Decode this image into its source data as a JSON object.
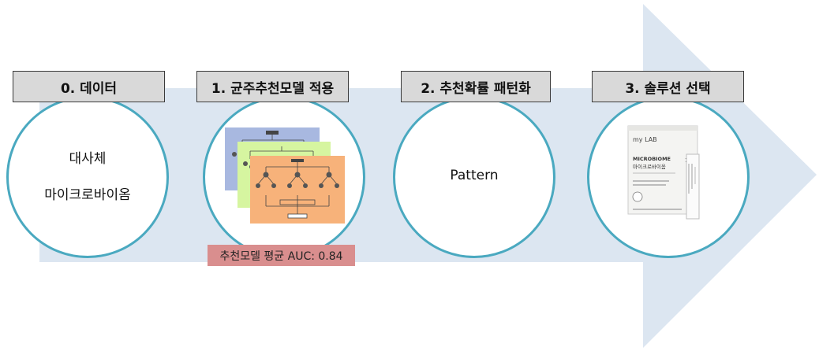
{
  "steps": [
    {
      "label": "0. 데이터"
    },
    {
      "label": "1. 균주추천모델 적용"
    },
    {
      "label": "2. 추천확률 패턴화"
    },
    {
      "label": "3. 솔루션 선택"
    }
  ],
  "step0": {
    "line1": "대사체",
    "line2": "마이크로바이옴"
  },
  "step2": {
    "text": "Pattern"
  },
  "auc_label": "추천모델 평균 AUC: 0.84",
  "product": {
    "brand": "my LAB",
    "name_en": "MICROBIOME",
    "name_kr": "마이크로바이옴",
    "number": "1"
  },
  "colors": {
    "arrow": "#dce6f1",
    "circle_border": "#4aa9c0",
    "label_bg": "#d9d9d9",
    "auc_bg": "#d98e8e",
    "tree_blue": "#a8b8e0",
    "tree_green": "#d6f5a0",
    "tree_orange": "#f7b27a"
  }
}
